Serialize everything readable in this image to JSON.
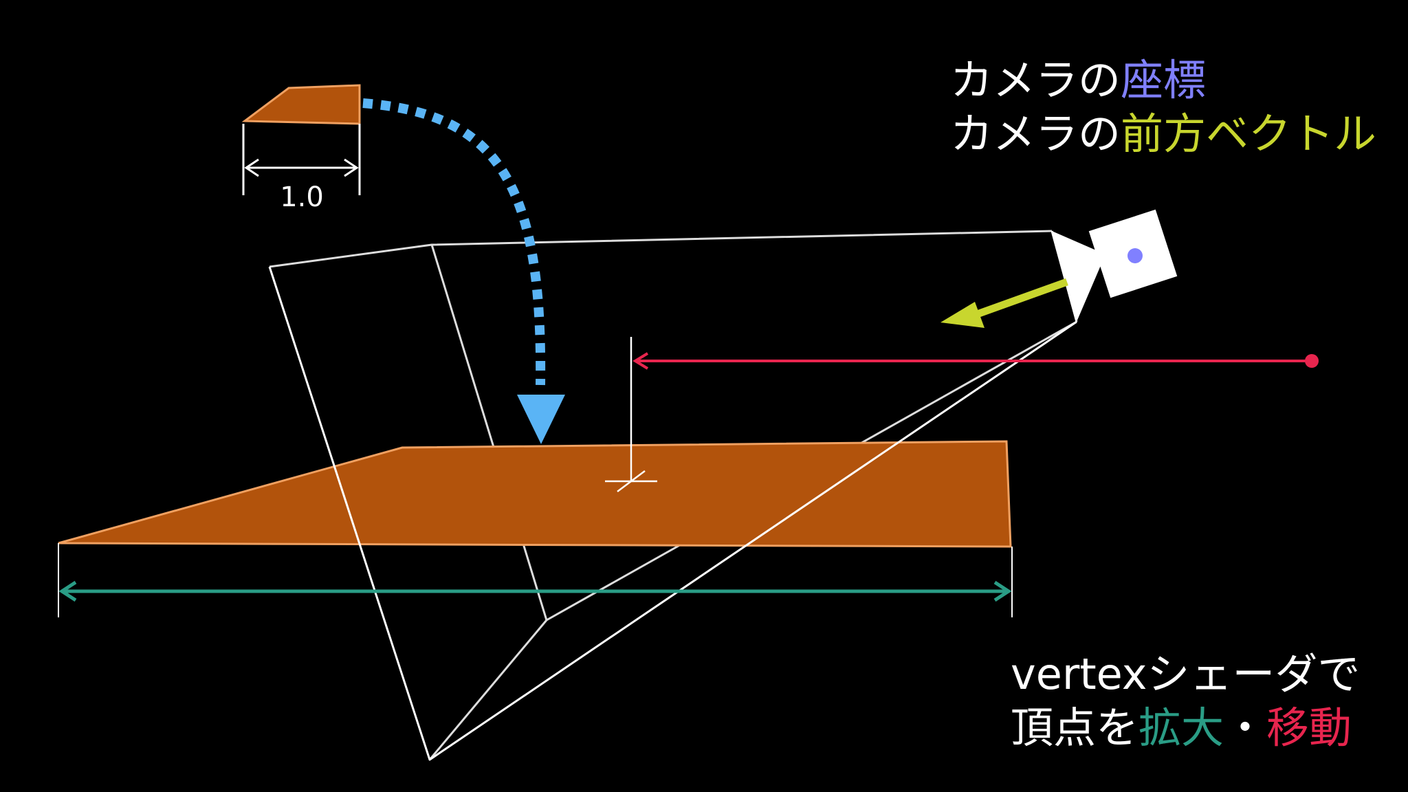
{
  "colors": {
    "background": "#000000",
    "text": "#ffffff",
    "position": "#8080ff",
    "forward": "#c8d62e",
    "scale": "#2a9d86",
    "move": "#e8254e",
    "plane_fill": "#b2530c",
    "plane_stroke": "#f0a060",
    "arc": "#5ab4f5",
    "frustum": "#dddddd"
  },
  "labels": {
    "unit_width": "1.0"
  },
  "captions": {
    "line1": {
      "prefix": "カメラの",
      "highlight": "座標"
    },
    "line2": {
      "prefix": "カメラの",
      "highlight": "前方ベクトル"
    },
    "line3": {
      "text": "vertexシェーダで"
    },
    "line4": {
      "prefix": "頂点を",
      "scale": "拡大",
      "separator": "・",
      "move": "移動"
    }
  },
  "icons": {
    "camera": "camera-icon",
    "camera_position": "camera-position-dot-icon"
  }
}
